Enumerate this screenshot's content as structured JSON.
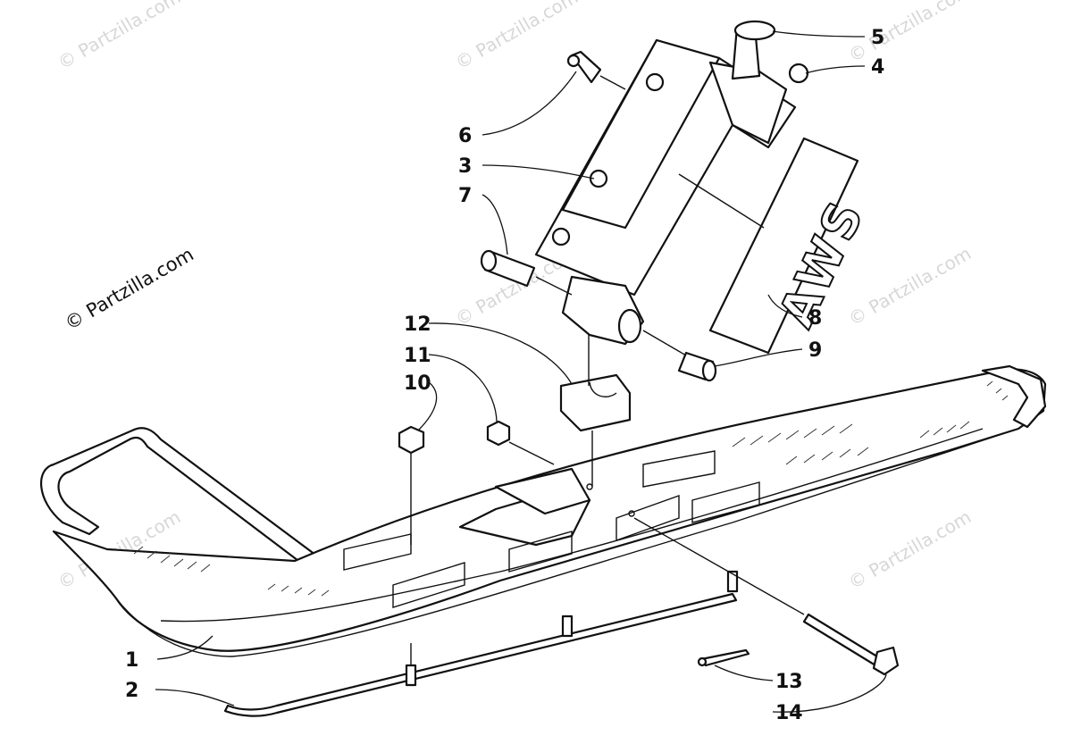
{
  "watermark": {
    "main": "© Partzilla.com",
    "faint": "© Partzilla.com"
  },
  "decal_text": "AWS",
  "callouts": [
    "1",
    "2",
    "3",
    "4",
    "5",
    "6",
    "7",
    "8",
    "9",
    "10",
    "11",
    "12",
    "13",
    "14"
  ]
}
